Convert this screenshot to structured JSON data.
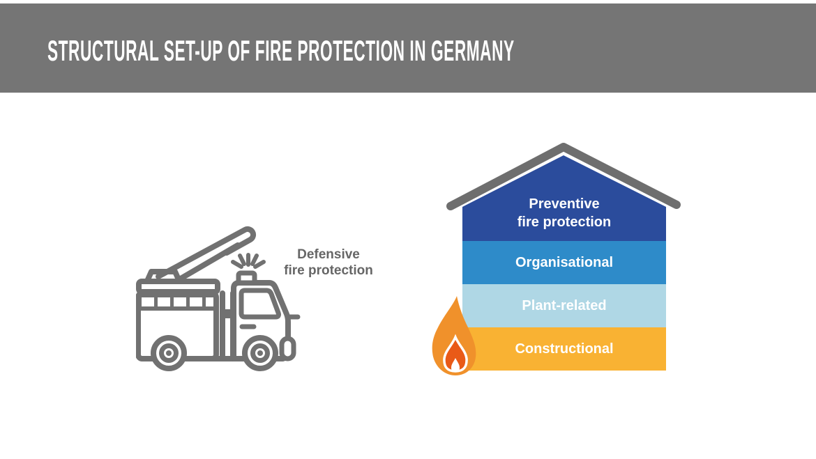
{
  "header": {
    "title": "STRUCTURAL SET-UP OF FIRE PROTECTION IN GERMANY",
    "bg_color": "#757575",
    "text_color": "#FFFFFF"
  },
  "left_figure": {
    "icon": "fire-truck-icon",
    "icon_color": "#717171",
    "label_lines": [
      "Defensive",
      "fire protection"
    ],
    "label_color": "#666666"
  },
  "house": {
    "roof_color": "#6E6E6E",
    "flame": {
      "outer_color": "#F0912B",
      "inner_color": "#E95A17",
      "core_color": "#FFFFFF"
    },
    "levels": [
      {
        "id": "preventive",
        "label_lines": [
          "Preventive",
          "fire protection"
        ],
        "color": "#2B4C9C",
        "text_color": "#FFFFFF"
      },
      {
        "id": "organisational",
        "label": "Organisational",
        "color": "#2E8BC9",
        "text_color": "#FFFFFF"
      },
      {
        "id": "plant-related",
        "label": "Plant-related",
        "color": "#AFD7E5",
        "text_color": "#FFFFFF"
      },
      {
        "id": "constructional",
        "label": "Constructional",
        "color": "#F9B233",
        "text_color": "#FFFFFF"
      }
    ]
  }
}
